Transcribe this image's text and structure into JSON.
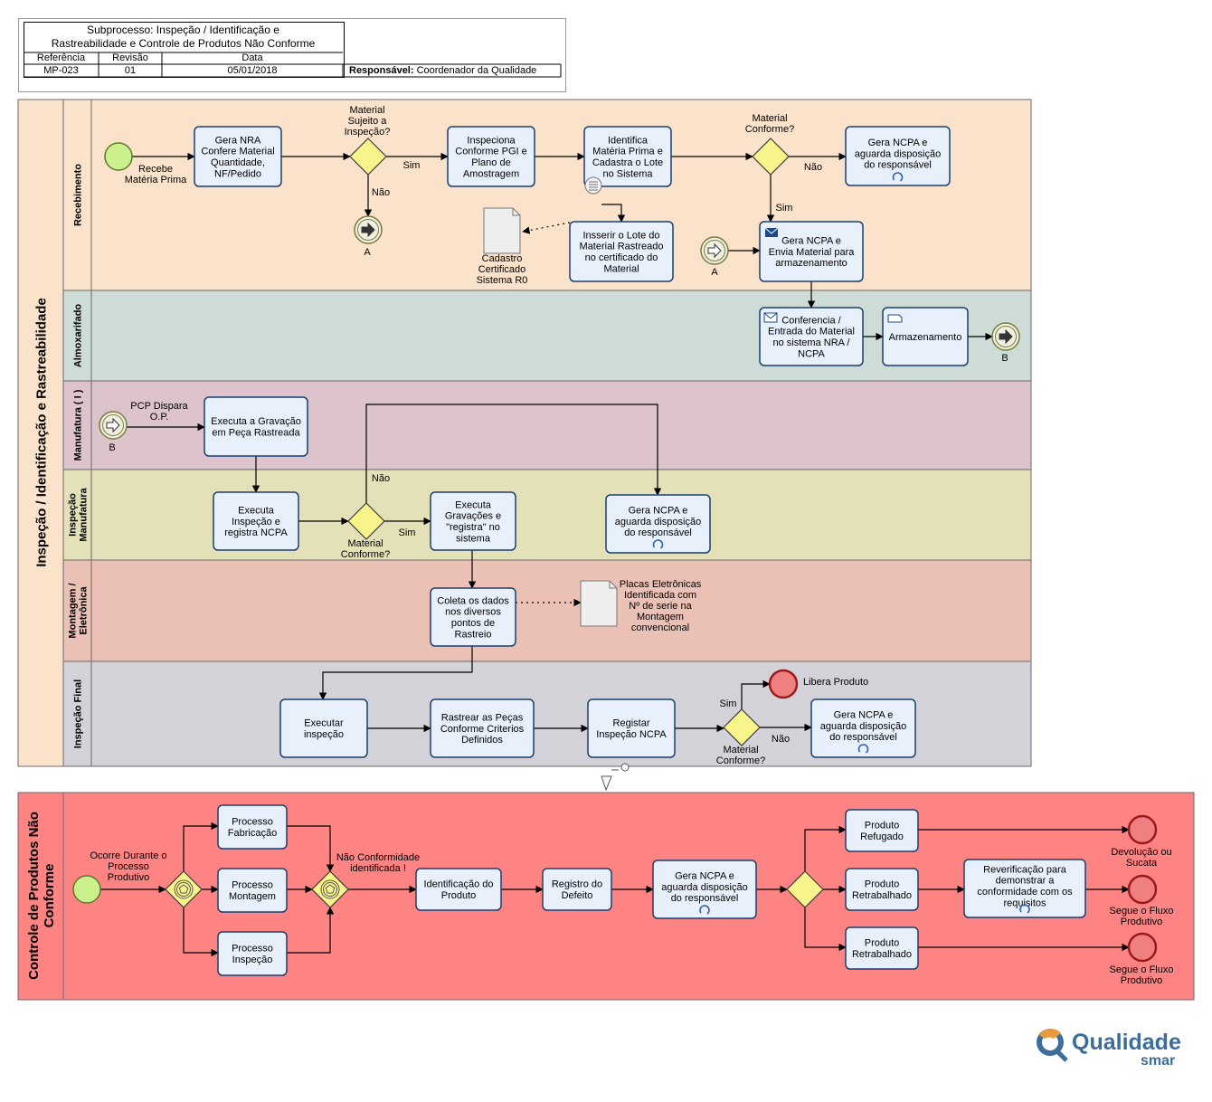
{
  "header": {
    "title_line1": "Subprocesso: Inspeção / Identificação e",
    "title_line2": "Rastreabilidade e Controle de Produtos Não Conforme",
    "col_ref": "Referência",
    "col_rev": "Revisão",
    "col_date": "Data",
    "ref": "MP-023",
    "rev": "01",
    "date": "05/01/2018",
    "responsible_label": "Responsável:",
    "responsible": "Coordenador da Qualidade"
  },
  "pool1": {
    "title": "Inspeção / Identificação e Rastreabilidade",
    "lanes": [
      [
        "Recebimento"
      ],
      [
        "Almoxarifado"
      ],
      [
        "Manufatura ( I )"
      ],
      [
        "Inspeção",
        "Manufatura"
      ],
      [
        "Montagem /",
        "Eletrônica"
      ],
      [
        "Inspeção Final"
      ]
    ]
  },
  "pool2": {
    "title": [
      "Controle de Produtos Não",
      "Conforme"
    ]
  },
  "tasks": {
    "gera_nra": [
      "Gera NRA",
      "Confere Material",
      "Quantidade,",
      "NF/Pedido"
    ],
    "inspeciona": [
      "Inspeciona",
      "Conforme PGI e",
      "Plano de",
      "Amostragem"
    ],
    "identifica": [
      "Identifica",
      "Matéria Prima e",
      "Cadastra o Lote",
      "no Sistema"
    ],
    "gera_ncpa_rec": [
      "Gera NCPA e",
      "aguarda disposição",
      "do responsável"
    ],
    "insere_lote": [
      "Insserir o Lote do",
      "Material Rastreado",
      "no certificado do",
      "Material"
    ],
    "gera_ncpa_envia": [
      "Gera NCPA e",
      "Envia Material para",
      "armazenamento"
    ],
    "conferencia": [
      "Conferencia /",
      "Entrada do Material",
      "no sistema NRA /",
      "NCPA"
    ],
    "armazenamento": [
      "Armazenamento"
    ],
    "executa_gravacao": [
      "Executa a Gravação",
      "em Peça Rastreada"
    ],
    "executa_inspecao": [
      "Executa",
      "Inspeção e",
      "registra NCPA"
    ],
    "executa_gravacoes": [
      "Executa",
      "Gravações e",
      "\"registra\" no",
      "sistema"
    ],
    "gera_ncpa_manuf": [
      "Gera NCPA e",
      "aguarda disposição",
      "do responsável"
    ],
    "coleta": [
      "Coleta os dados",
      "nos diversos",
      "pontos de",
      "Rastreio"
    ],
    "executar_inspecao": [
      "Executar",
      "inspeção"
    ],
    "rastrear": [
      "Rastrear as Peças",
      "Conforme Criterios",
      "Definidos"
    ],
    "registar": [
      "Registar",
      "Inspeção NCPA"
    ],
    "gera_ncpa_final": [
      "Gera NCPA e",
      "aguarda disposição",
      "do responsável"
    ],
    "proc_fabricacao": [
      "Processo",
      "Fabricação"
    ],
    "proc_montagem": [
      "Processo",
      "Montagem"
    ],
    "proc_inspecao": [
      "Processo",
      "Inspeção"
    ],
    "identificacao_produto": [
      "Identificação do",
      "Produto"
    ],
    "registro_defeito": [
      "Registro do",
      "Defeito"
    ],
    "gera_ncpa_ctrl": [
      "Gera NCPA e",
      "aguarda disposição",
      "do responsável"
    ],
    "produto_refugado": [
      "Produto",
      "Refugado"
    ],
    "produto_retrabalhado_1": [
      "Produto",
      "Retrabalhado"
    ],
    "produto_retrabalhado_2": [
      "Produto",
      "Retrabalhado"
    ],
    "reverificacao": [
      "Reverificação para",
      "demonstrar a",
      "conformidade com os",
      "requisitos"
    ]
  },
  "labels": {
    "recebe_mp": [
      "Recebe",
      "Matéria Prima"
    ],
    "q_sujeito": [
      "Material",
      "Sujeito a",
      "Inspeção?"
    ],
    "q_conforme_rec": [
      "Material",
      "Conforme?"
    ],
    "q_conforme_manuf": [
      "Material",
      "Conforme?"
    ],
    "q_conforme_final": [
      "Material",
      "Conforme?"
    ],
    "sim": "Sim",
    "nao": "Não",
    "link_a": "A",
    "link_b": "B",
    "cadastro": [
      "Cadastro",
      "Certificado",
      "Sistema R0"
    ],
    "pcp": [
      "PCP Dispara",
      "O.P."
    ],
    "placas": [
      "Placas Eletrônicas",
      "Identificada com",
      "Nº de serie na",
      "Montagem",
      "convencional"
    ],
    "libera": "Libera Produto",
    "ocorre": [
      "Ocorre Durante o",
      "Processo",
      "Produtivo"
    ],
    "nao_conformidade": [
      "Não Conformidade",
      "identificada !"
    ],
    "devolucao": [
      "Devolução ou",
      "Sucata"
    ],
    "segue1": [
      "Segue o Fluxo",
      "Produtivo"
    ],
    "segue2": [
      "Segue o Fluxo",
      "Produtivo"
    ]
  },
  "logo": {
    "word": "Qualidade",
    "sub": "smar"
  },
  "colors": {
    "lane_recebimento": "#fbe3cb",
    "lane_almoxarifado": "#cddcd6",
    "lane_manufatura": "#dcc3cc",
    "lane_inspecao_manuf": "#e4e0b8",
    "lane_montagem": "#ebc0b5",
    "lane_inspecao_final": "#d2d2d8",
    "pool_ncp": "#fe8484",
    "task_fill": "#e8f0fc",
    "task_stroke": "#1a3e6e",
    "gateway": "#f8f48c",
    "start": "#ccf08c",
    "end": "#f08080",
    "brand": "#3c6d9c"
  }
}
